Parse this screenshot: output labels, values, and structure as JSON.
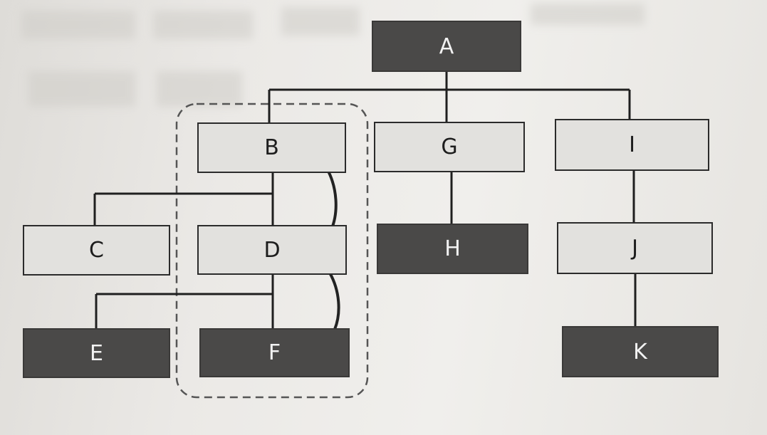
{
  "nodes": {
    "a": "A",
    "b": "B",
    "c": "C",
    "d": "D",
    "e": "E",
    "f": "F",
    "g": "G",
    "h": "H",
    "i": "I",
    "j": "J",
    "k": "K"
  },
  "colors": {
    "dark_node": "#4a4948",
    "light_node": "#e2e1de",
    "line": "#1f1f1f"
  }
}
